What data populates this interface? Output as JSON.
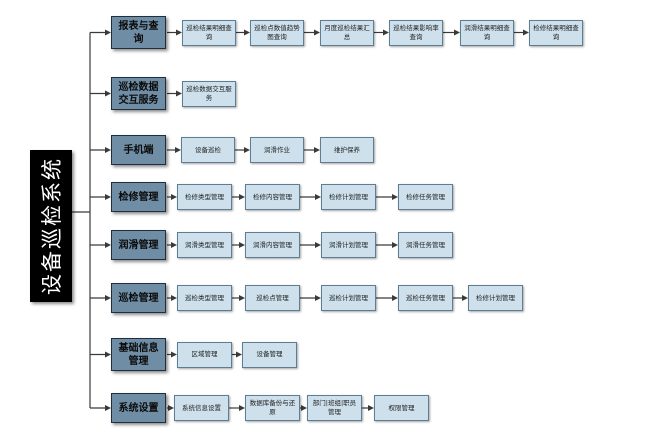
{
  "root": {
    "label": "设备巡检系统"
  },
  "categories": [
    {
      "label": "报表与查询",
      "children": [
        "巡检结果明细查询",
        "巡检点数值趋势图查询",
        "月度巡检结果汇总",
        "巡检结果影响率查询",
        "润滑结果明细查询",
        "检修结果明细查询"
      ]
    },
    {
      "label": "巡检数据交互服务",
      "children": [
        "巡检数据交互服务"
      ]
    },
    {
      "label": "手机端",
      "children": [
        "设备巡检",
        "润滑作业",
        "维护保养"
      ]
    },
    {
      "label": "检修管理",
      "children": [
        "检修类型管理",
        "检修内容管理",
        "检修计划管理",
        "检修任务管理"
      ]
    },
    {
      "label": "润滑管理",
      "children": [
        "润滑类型管理",
        "润滑内容管理",
        "润滑计划管理",
        "润滑任务管理"
      ]
    },
    {
      "label": "巡检管理",
      "children": [
        "巡检类型管理",
        "巡检点管理",
        "巡检计划管理",
        "巡检任务管理",
        "检修计划管理"
      ]
    },
    {
      "label": "基础信息管理",
      "children": [
        "区域管理",
        "设备管理"
      ]
    },
    {
      "label": "系统设置",
      "children": [
        "系统信息设置",
        "数据库备份与还原",
        "部门|班组|职员管理",
        "权限管理"
      ]
    }
  ]
}
